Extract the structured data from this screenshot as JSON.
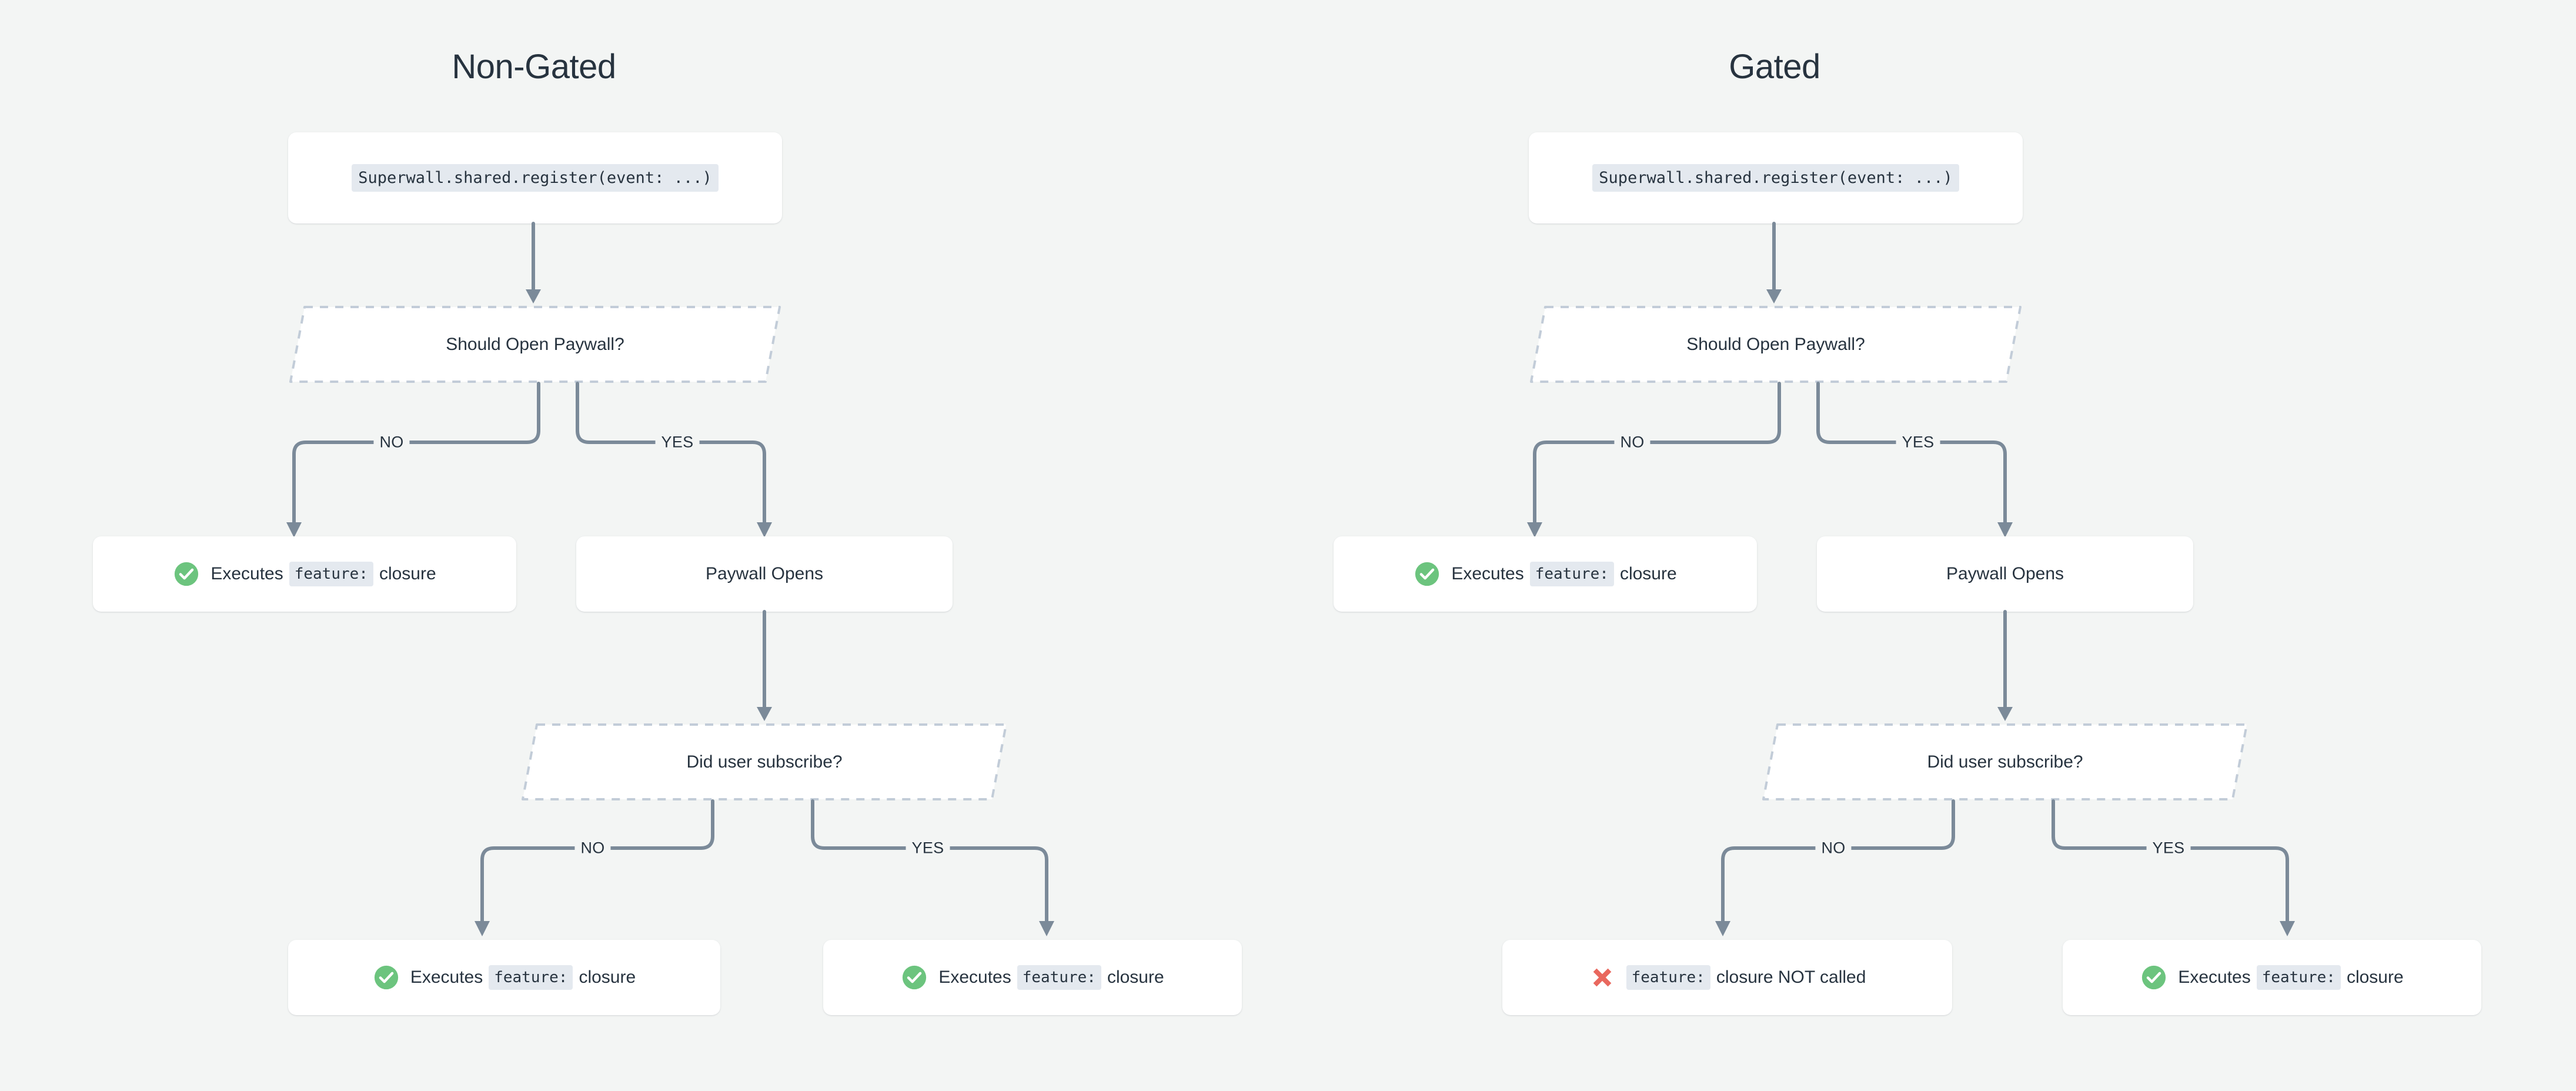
{
  "page": {
    "background": "#f3f5f4",
    "text_color": "#27333f",
    "connector_color": "#7b8a99",
    "success_color": "#6cc47e",
    "error_color": "#e9685e",
    "code_chip_bg": "#e4e9ef"
  },
  "columns": [
    {
      "id": "non-gated",
      "title": "Non-Gated",
      "nodes": {
        "entry_code": "Superwall.shared.register(event: ...)",
        "decision_1": "Should Open Paywall?",
        "decision_1_no": "NO",
        "decision_1_yes": "YES",
        "no_result_prefix": "Executes",
        "no_result_code": "feature:",
        "no_result_suffix": "closure",
        "paywall": "Paywall Opens",
        "decision_2": "Did user subscribe?",
        "decision_2_no": "NO",
        "decision_2_yes": "YES",
        "sub_no_prefix": "Executes",
        "sub_no_code": "feature:",
        "sub_no_suffix": "closure",
        "sub_yes_prefix": "Executes",
        "sub_yes_code": "feature:",
        "sub_yes_suffix": "closure"
      },
      "icons": {
        "no_result": "check-circle-icon",
        "sub_no": "check-circle-icon",
        "sub_yes": "check-circle-icon"
      }
    },
    {
      "id": "gated",
      "title": "Gated",
      "nodes": {
        "entry_code": "Superwall.shared.register(event: ...)",
        "decision_1": "Should Open Paywall?",
        "decision_1_no": "NO",
        "decision_1_yes": "YES",
        "no_result_prefix": "Executes",
        "no_result_code": "feature:",
        "no_result_suffix": "closure",
        "paywall": "Paywall Opens",
        "decision_2": "Did user subscribe?",
        "decision_2_no": "NO",
        "decision_2_yes": "YES",
        "sub_no_prefix": "",
        "sub_no_code": "feature:",
        "sub_no_suffix": "closure NOT called",
        "sub_yes_prefix": "Executes",
        "sub_yes_code": "feature:",
        "sub_yes_suffix": "closure"
      },
      "icons": {
        "no_result": "check-circle-icon",
        "sub_no": "cross-icon",
        "sub_yes": "check-circle-icon"
      }
    }
  ]
}
